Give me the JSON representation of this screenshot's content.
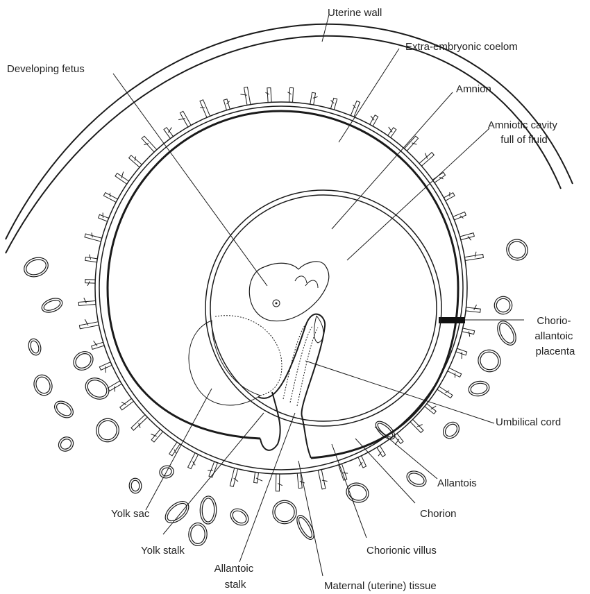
{
  "labels": {
    "uterine_wall": "Uterine wall",
    "extra_embryonic_coelom": "Extra-embryonic coelom",
    "developing_fetus": "Developing fetus",
    "amnion": "Amnion",
    "amniotic_cavity_1": "Amniotic cavity",
    "amniotic_cavity_2": "full of fluid",
    "chorio_1": "Chorio-",
    "chorio_2": "allantoic",
    "chorio_3": "placenta",
    "umbilical_cord": "Umbilical cord",
    "allantois": "Allantois",
    "chorion": "Chorion",
    "chorionic_villus": "Chorionic villus",
    "maternal_tissue": "Maternal (uterine) tissue",
    "yolk_sac": "Yolk sac",
    "yolk_stalk": "Yolk stalk",
    "allantoic_stalk_1": "Allantoic",
    "allantoic_stalk_2": "stalk"
  },
  "colors": {
    "line": "#1a1a1a",
    "text": "#222222",
    "background": "#ffffff"
  }
}
